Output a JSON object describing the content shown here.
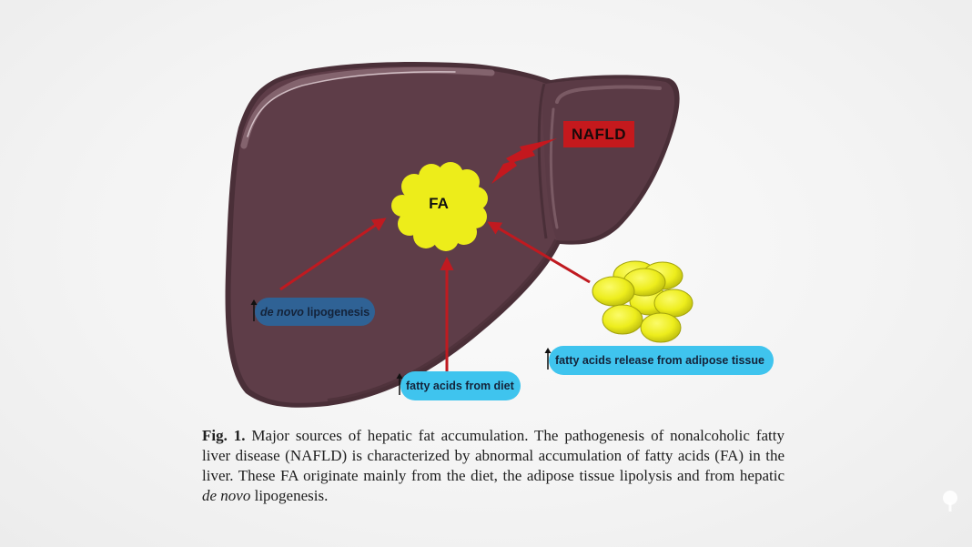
{
  "figure": {
    "fa_label": "FA",
    "nafld_label": "NAFLD",
    "sources": {
      "de_novo": {
        "italic": "de novo",
        "rest": " lipogenesis",
        "indicator": "up-arrow"
      },
      "diet": {
        "label": "fatty acids from diet",
        "indicator": "up-arrow"
      },
      "adipose": {
        "label": "fatty acids release from adipose tissue",
        "indicator": "up-arrow"
      }
    },
    "colors": {
      "liver": "#5e3d48",
      "liver_dark": "#4e313b",
      "liver_highlight": "#8a6a74",
      "fa_yellow": "#f2f21a",
      "arrow_red": "#c01a20",
      "nafld_red": "#c5191d",
      "pill_dark_blue": "#2f6295",
      "pill_light_blue": "#3fc4ee"
    }
  },
  "caption": {
    "fig_label": "Fig. 1.",
    "text_1": " Major sources of hepatic fat accumulation. The pathogenesis of nonalcoholic fatty liver disease (NAFLD) is characterized by abnormal accumulation of fatty acids (FA) in the liver. These FA originate mainly from the diet, the adipose tissue lipolysis and from hepatic ",
    "italic": "de novo",
    "text_2": " lipogenesis."
  }
}
